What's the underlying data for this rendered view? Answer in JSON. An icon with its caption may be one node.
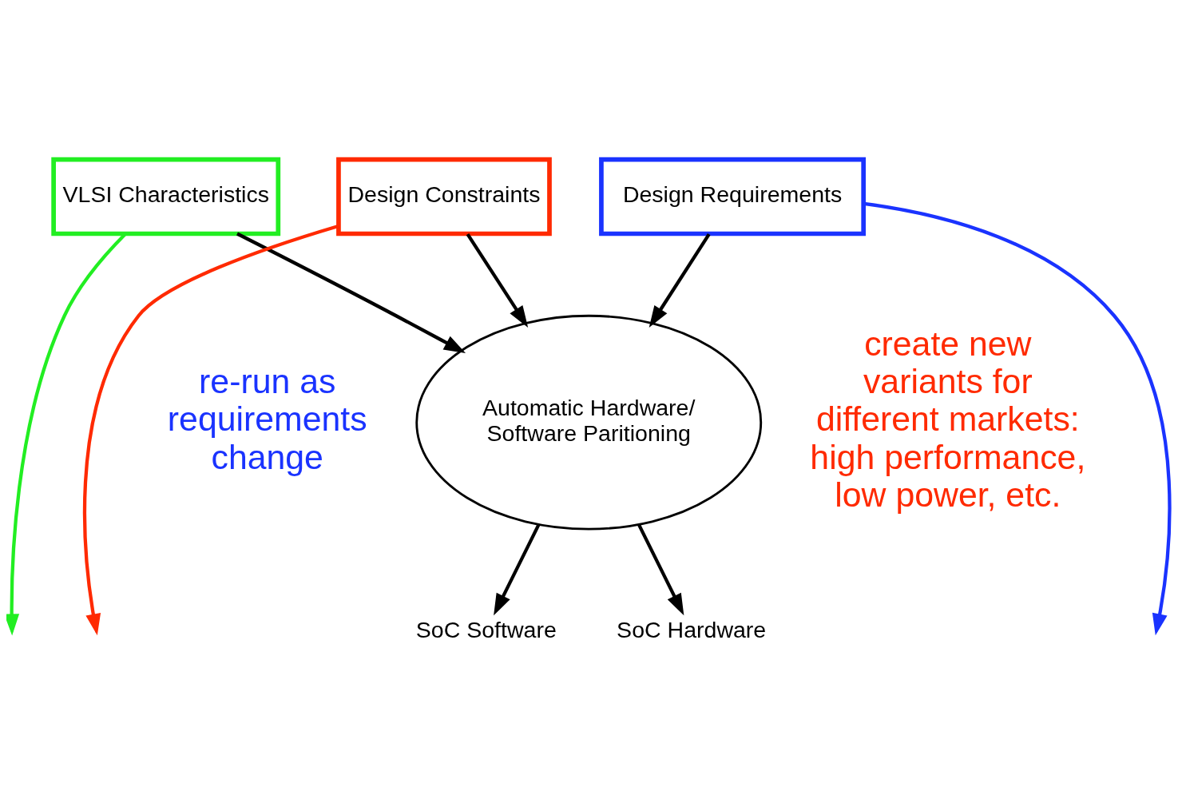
{
  "diagram": {
    "nodes": [
      {
        "text": [
          "Design Requirements"
        ]
      },
      {
        "text": [
          "VLSI Characteristics"
        ]
      },
      {
        "text": [
          "Design Constraints"
        ]
      },
      {
        "text": [
          "Automatic Hardware/ Software Paritioning"
        ]
      },
      {
        "text": [
          "SoC Hardware"
        ]
      },
      {
        "text": [
          "SoC Software"
        ]
      }
    ],
    "edges": [
      {
        "from": 0,
        "to": 3,
        "arrow": "to"
      },
      {
        "from": 0,
        "to": null,
        "arrow": "to",
        "color": "#1a33ff"
      },
      {
        "from": 1,
        "to": 3,
        "arrow": "to"
      },
      {
        "from": 1,
        "to": null,
        "arrow": "to",
        "color": "#22ee22"
      },
      {
        "from": 2,
        "to": 3,
        "arrow": "to"
      },
      {
        "from": 2,
        "to": null,
        "arrow": "to",
        "color": "#ff2a00"
      },
      {
        "from": 3,
        "to": 4,
        "arrow": "to"
      },
      {
        "from": 3,
        "to": 5,
        "arrow": "to"
      }
    ],
    "labels": [
      "re-run as requirements change",
      "create new variants for different markets: high performance, low power, etc."
    ]
  }
}
